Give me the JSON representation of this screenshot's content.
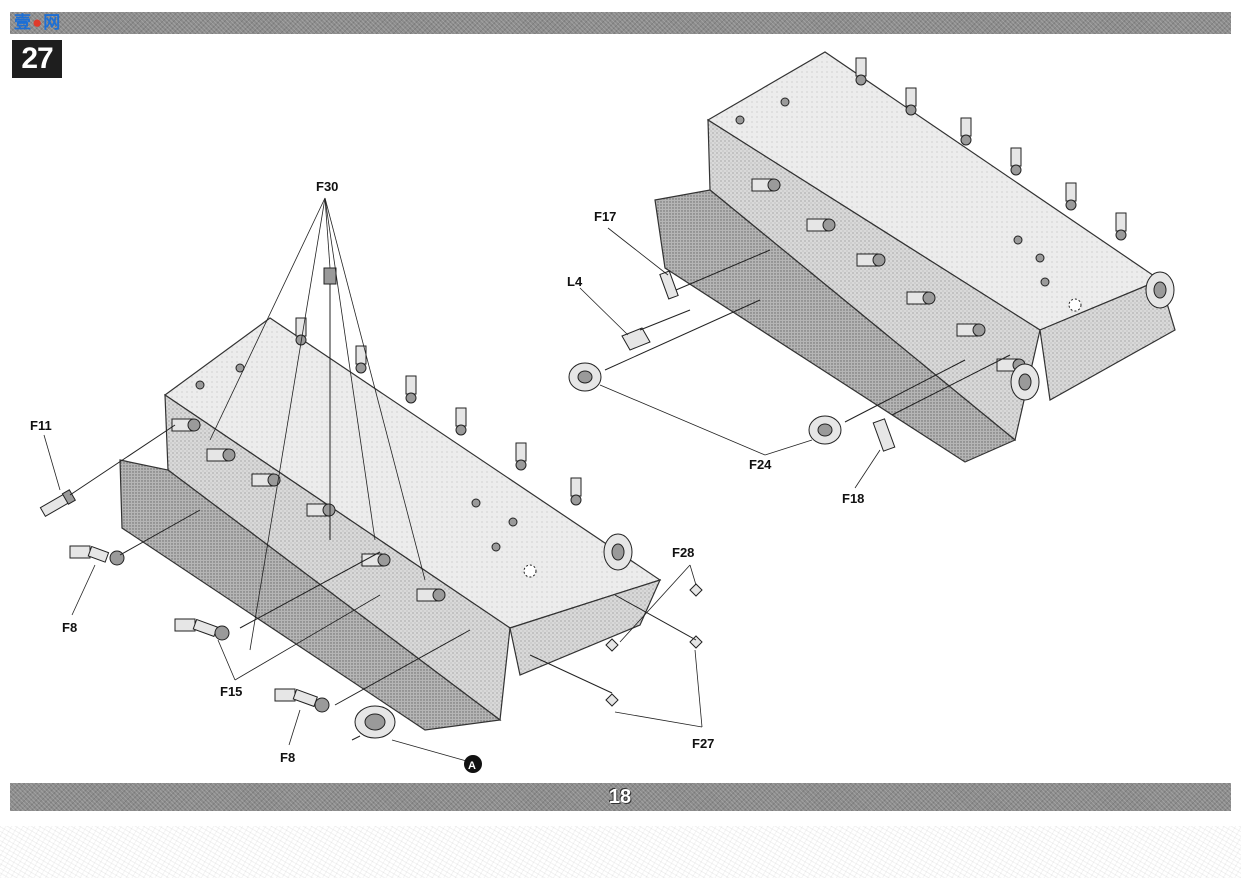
{
  "header": {
    "logo_chars": [
      "壹",
      "网"
    ]
  },
  "step": {
    "number": "27"
  },
  "page": {
    "number": "18"
  },
  "labels": {
    "f30": "F30",
    "f11": "F11",
    "f8_upper": "F8",
    "f15": "F15",
    "f8_lower": "F8",
    "marker_a": "A",
    "f28": "F28",
    "f27": "F27",
    "f17": "F17",
    "l4": "L4",
    "f24": "F24",
    "f18": "F18"
  }
}
